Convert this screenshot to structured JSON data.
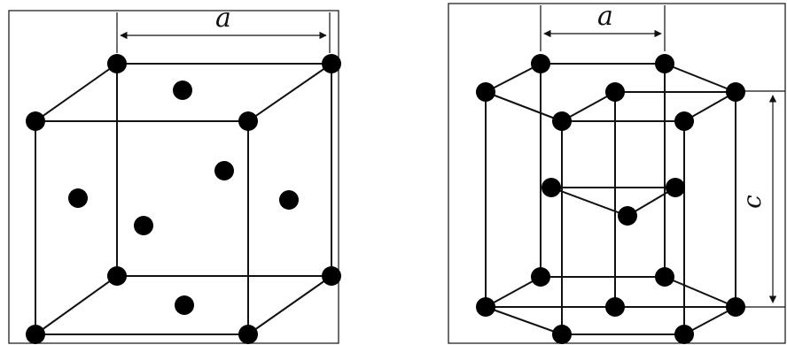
{
  "fcc_cell": {
    "dimension_label": "a"
  },
  "hcp_cell": {
    "base_dimension_label": "a",
    "height_dimension_label": "c"
  }
}
